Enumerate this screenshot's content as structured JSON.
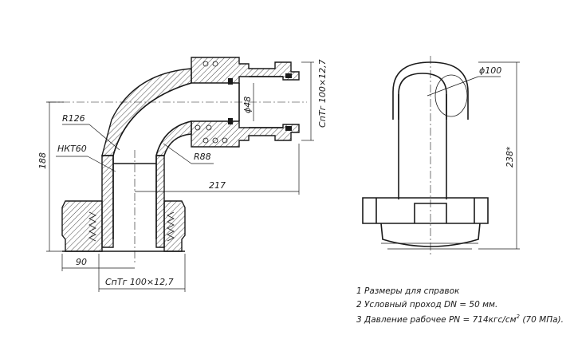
{
  "labels": {
    "r126": "R126",
    "nkt60": "НКТ60",
    "r88": "R88",
    "dim_188": "188",
    "dim_90": "90",
    "dim_217": "217",
    "dim_phi48": "ϕ48",
    "thread_right": "СпТг 100×12,7",
    "thread_bottom": "СпТг 100×12,7",
    "dim_phi100": "ϕ100",
    "dim_238": "238*"
  },
  "notes": [
    "1 Размеры для справок",
    "2 Условный проход DN = 50 мм.",
    "3 Давление рабочее PN = 714кгс/см",
    "2",
    " (70 МПа)."
  ]
}
